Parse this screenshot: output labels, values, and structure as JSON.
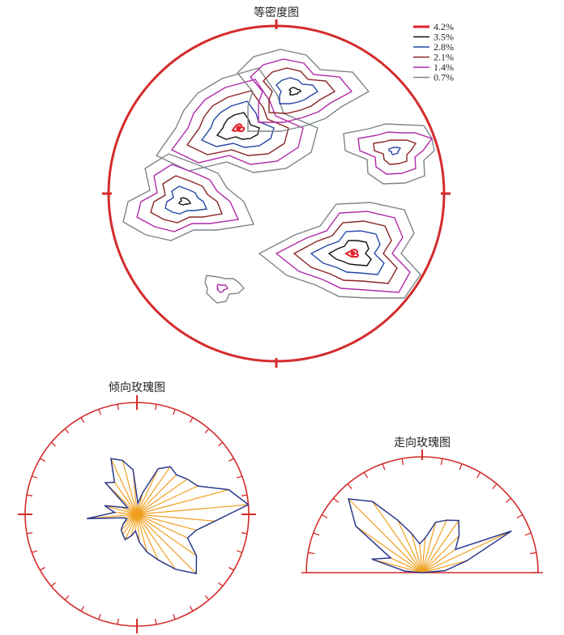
{
  "figure": {
    "contour_title": "等密度图",
    "dip_rose_title": "倾向玫瑰图",
    "strike_rose_title": "走向玫瑰图"
  },
  "colors": {
    "frame": "#d42b2b",
    "rose_outline": "#2d3a8c",
    "rose_ray": "#f0a020"
  },
  "chart_data": [
    {
      "type": "contour",
      "title": "等密度图",
      "legend_placement": "top-right",
      "levels": [
        {
          "label": "4.2%",
          "value": 4.2,
          "color": "#e0202a"
        },
        {
          "label": "3.5%",
          "value": 3.5,
          "color": "#111111"
        },
        {
          "label": "2.8%",
          "value": 2.8,
          "color": "#2548a8"
        },
        {
          "label": "2.1%",
          "value": 2.1,
          "color": "#8a2424"
        },
        {
          "label": "1.4%",
          "value": 1.4,
          "color": "#b02aa8"
        },
        {
          "label": "0.7%",
          "value": 0.7,
          "color": "#7d868a"
        }
      ],
      "peaks": [
        {
          "azimuth_deg": 330,
          "radius": 0.45,
          "level": 4.2
        },
        {
          "azimuth_deg": 10,
          "radius": 0.62,
          "level": 3.5
        },
        {
          "azimuth_deg": 70,
          "radius": 0.75,
          "level": 2.8
        },
        {
          "azimuth_deg": 128,
          "radius": 0.58,
          "level": 4.2
        },
        {
          "azimuth_deg": 265,
          "radius": 0.55,
          "level": 3.5
        },
        {
          "azimuth_deg": 210,
          "radius": 0.65,
          "level": 1.4
        }
      ]
    },
    {
      "type": "rose",
      "title": "倾向玫瑰图",
      "range_deg": [
        0,
        360
      ],
      "bin_deg": 10,
      "values": [
        0.1,
        0.2,
        0.45,
        0.52,
        0.5,
        0.55,
        0.6,
        0.85,
        1.0,
        0.7,
        0.55,
        0.5,
        0.65,
        0.75,
        0.6,
        0.45,
        0.35,
        0.25,
        0.15,
        0.2,
        0.25,
        0.22,
        0.2,
        0.15,
        0.1,
        0.12,
        0.45,
        0.2,
        0.3,
        0.15,
        0.1,
        0.4,
        0.35,
        0.55,
        0.5,
        0.4
      ]
    },
    {
      "type": "rose",
      "title": "走向玫瑰图",
      "range_deg": [
        -90,
        90
      ],
      "bin_deg": 10,
      "values": [
        0.15,
        0.45,
        0.3,
        0.7,
        0.9,
        0.75,
        0.5,
        0.35,
        0.25,
        0.3,
        0.45,
        0.5,
        0.55,
        0.45,
        0.35,
        0.85,
        0.4,
        0.2
      ]
    }
  ]
}
